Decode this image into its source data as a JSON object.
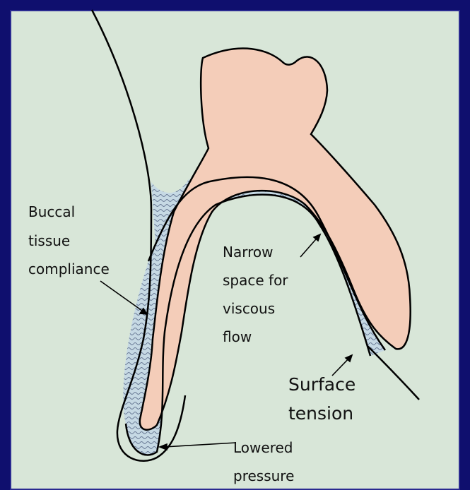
{
  "labels": {
    "buccal": [
      "Buccal",
      "tissue",
      "compliance"
    ],
    "narrow": [
      "Narrow",
      "space for",
      "viscous",
      "flow"
    ],
    "surface": [
      "Surface",
      "tension"
    ],
    "lowered": [
      "Lowered",
      "pressure"
    ]
  },
  "colors": {
    "background": "#0f0f6e",
    "panel": "#d8e6d8",
    "flesh": "#f4cdb9",
    "fluid": "#c6d9e4",
    "wave": "#5a6a88",
    "outline": "#000000"
  }
}
